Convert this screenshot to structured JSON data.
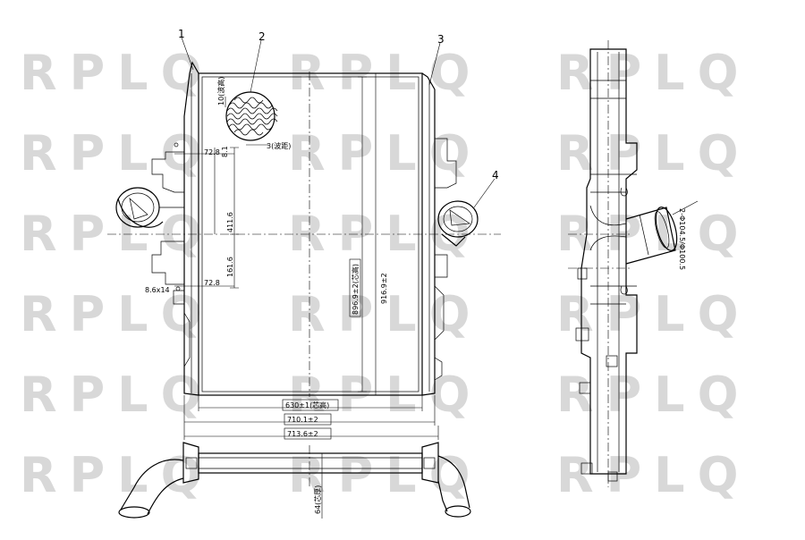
{
  "watermark": "RPLQ",
  "callouts": [
    "1",
    "2",
    "3",
    "4"
  ],
  "dimensions": {
    "d10": "10(波高)",
    "d3": "3(波距)",
    "d72_top": "72.8",
    "d81": "8.1",
    "d4116": "411.6",
    "d1616": "161.6",
    "d72_bot": "72.8",
    "d86": "8.6x14",
    "d896": "896.9±2(芯高)",
    "d916": "916.9±2",
    "w630": "630±1(芯高)",
    "w710": "710.1±2",
    "w713": "713.6±2",
    "d64": "64(芯厚)",
    "dia": "2-Φ104.5/Φ100.5"
  }
}
